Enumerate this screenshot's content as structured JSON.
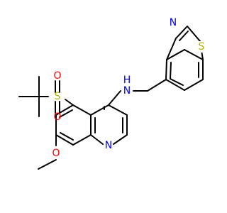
{
  "atoms": {
    "N_thiazole": {
      "text": "N",
      "color": "#0000ff"
    },
    "S_thiazole": {
      "text": "S",
      "color": "#b2b200"
    },
    "NH_text": {
      "text": "H",
      "color": "#0000ff"
    },
    "NH_N": {
      "text": "N",
      "color": "#0000ff"
    },
    "S_sulfonyl": {
      "text": "S",
      "color": "#b2b200"
    },
    "O_upper": {
      "text": "O",
      "color": "#ff0000"
    },
    "O_lower": {
      "text": "O",
      "color": "#ff0000"
    },
    "O_methoxy": {
      "text": "O",
      "color": "#ff0000"
    },
    "N_quinoline": {
      "text": "N",
      "color": "#0000ff"
    }
  }
}
